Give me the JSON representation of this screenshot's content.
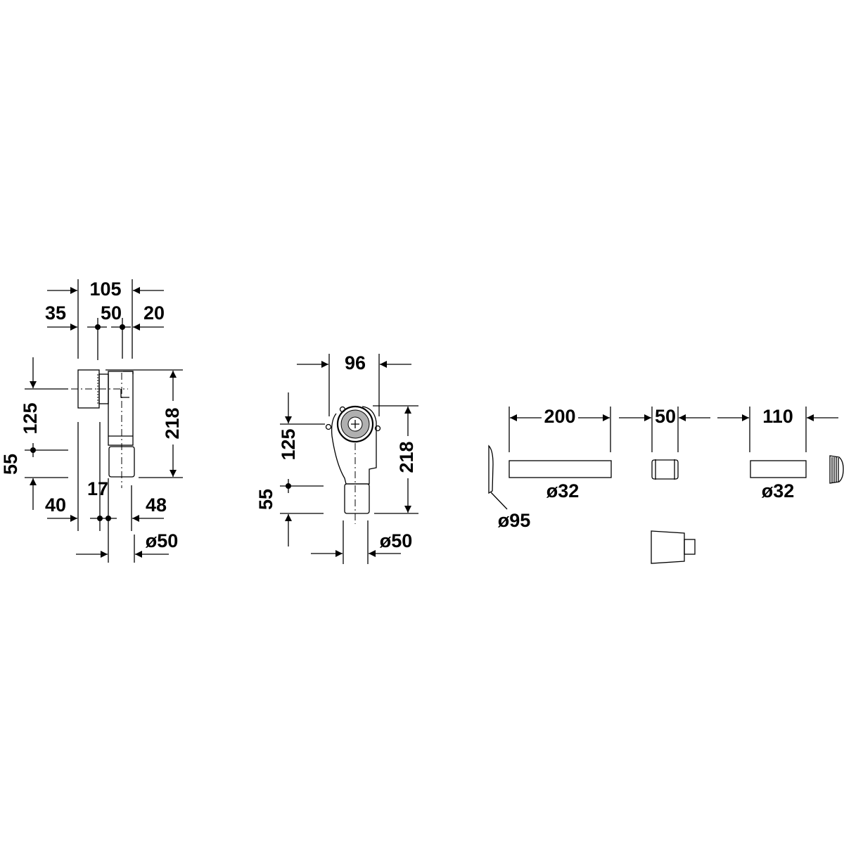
{
  "colors": {
    "line": "#000000",
    "fill": "#ffffff",
    "ring": "#b0b0b0"
  },
  "side_view": {
    "width_total": "105",
    "offset_left": "35",
    "center_spacing": "50",
    "offset_right": "20",
    "inlet_height": "125",
    "outlet_height": "55",
    "overall_height": "218",
    "bottom_left": "40",
    "bottom_spacing": "17",
    "bottom_right": "48",
    "outlet_diameter": "ø50"
  },
  "front_view": {
    "width": "96",
    "inlet_height": "125",
    "outlet_height": "55",
    "overall_height": "218",
    "outlet_diameter": "ø50"
  },
  "parts": {
    "pipe_long_length": "200",
    "pipe_long_diameter": "ø32",
    "coupling_length": "50",
    "pipe_short_length": "110",
    "pipe_short_diameter": "ø32",
    "rosette_diameter": "ø95"
  }
}
